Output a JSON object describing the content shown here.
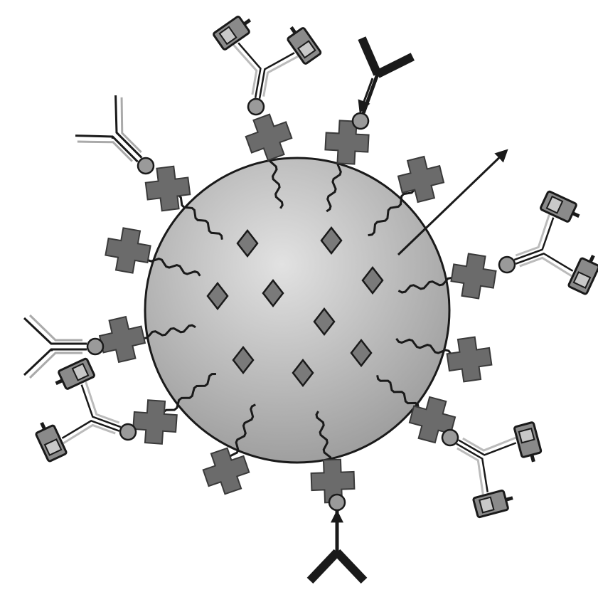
{
  "diagram": {
    "colors": {
      "outline": "#1a1a1a",
      "sphere_light": "#dcdcdc",
      "sphere_dark": "#9a9a9a",
      "ligand_fill": "#6b6b6b",
      "payload_fill": "#7a7a7a",
      "antibody_light": "#ffffff",
      "antibody_dark": "#2a2a2a",
      "background": "#ffffff"
    },
    "components": [
      {
        "name": "nanoparticle-core",
        "icon": "sphere-shape"
      },
      {
        "name": "surface-ligand",
        "icon": "plus-cross-icon"
      },
      {
        "name": "encapsulated-payload",
        "icon": "diamond-icon"
      },
      {
        "name": "polymer-linker",
        "icon": "wavy-line-icon"
      },
      {
        "name": "antibody",
        "icon": "y-shape-icon"
      },
      {
        "name": "release-direction",
        "icon": "arrow-icon"
      }
    ]
  }
}
